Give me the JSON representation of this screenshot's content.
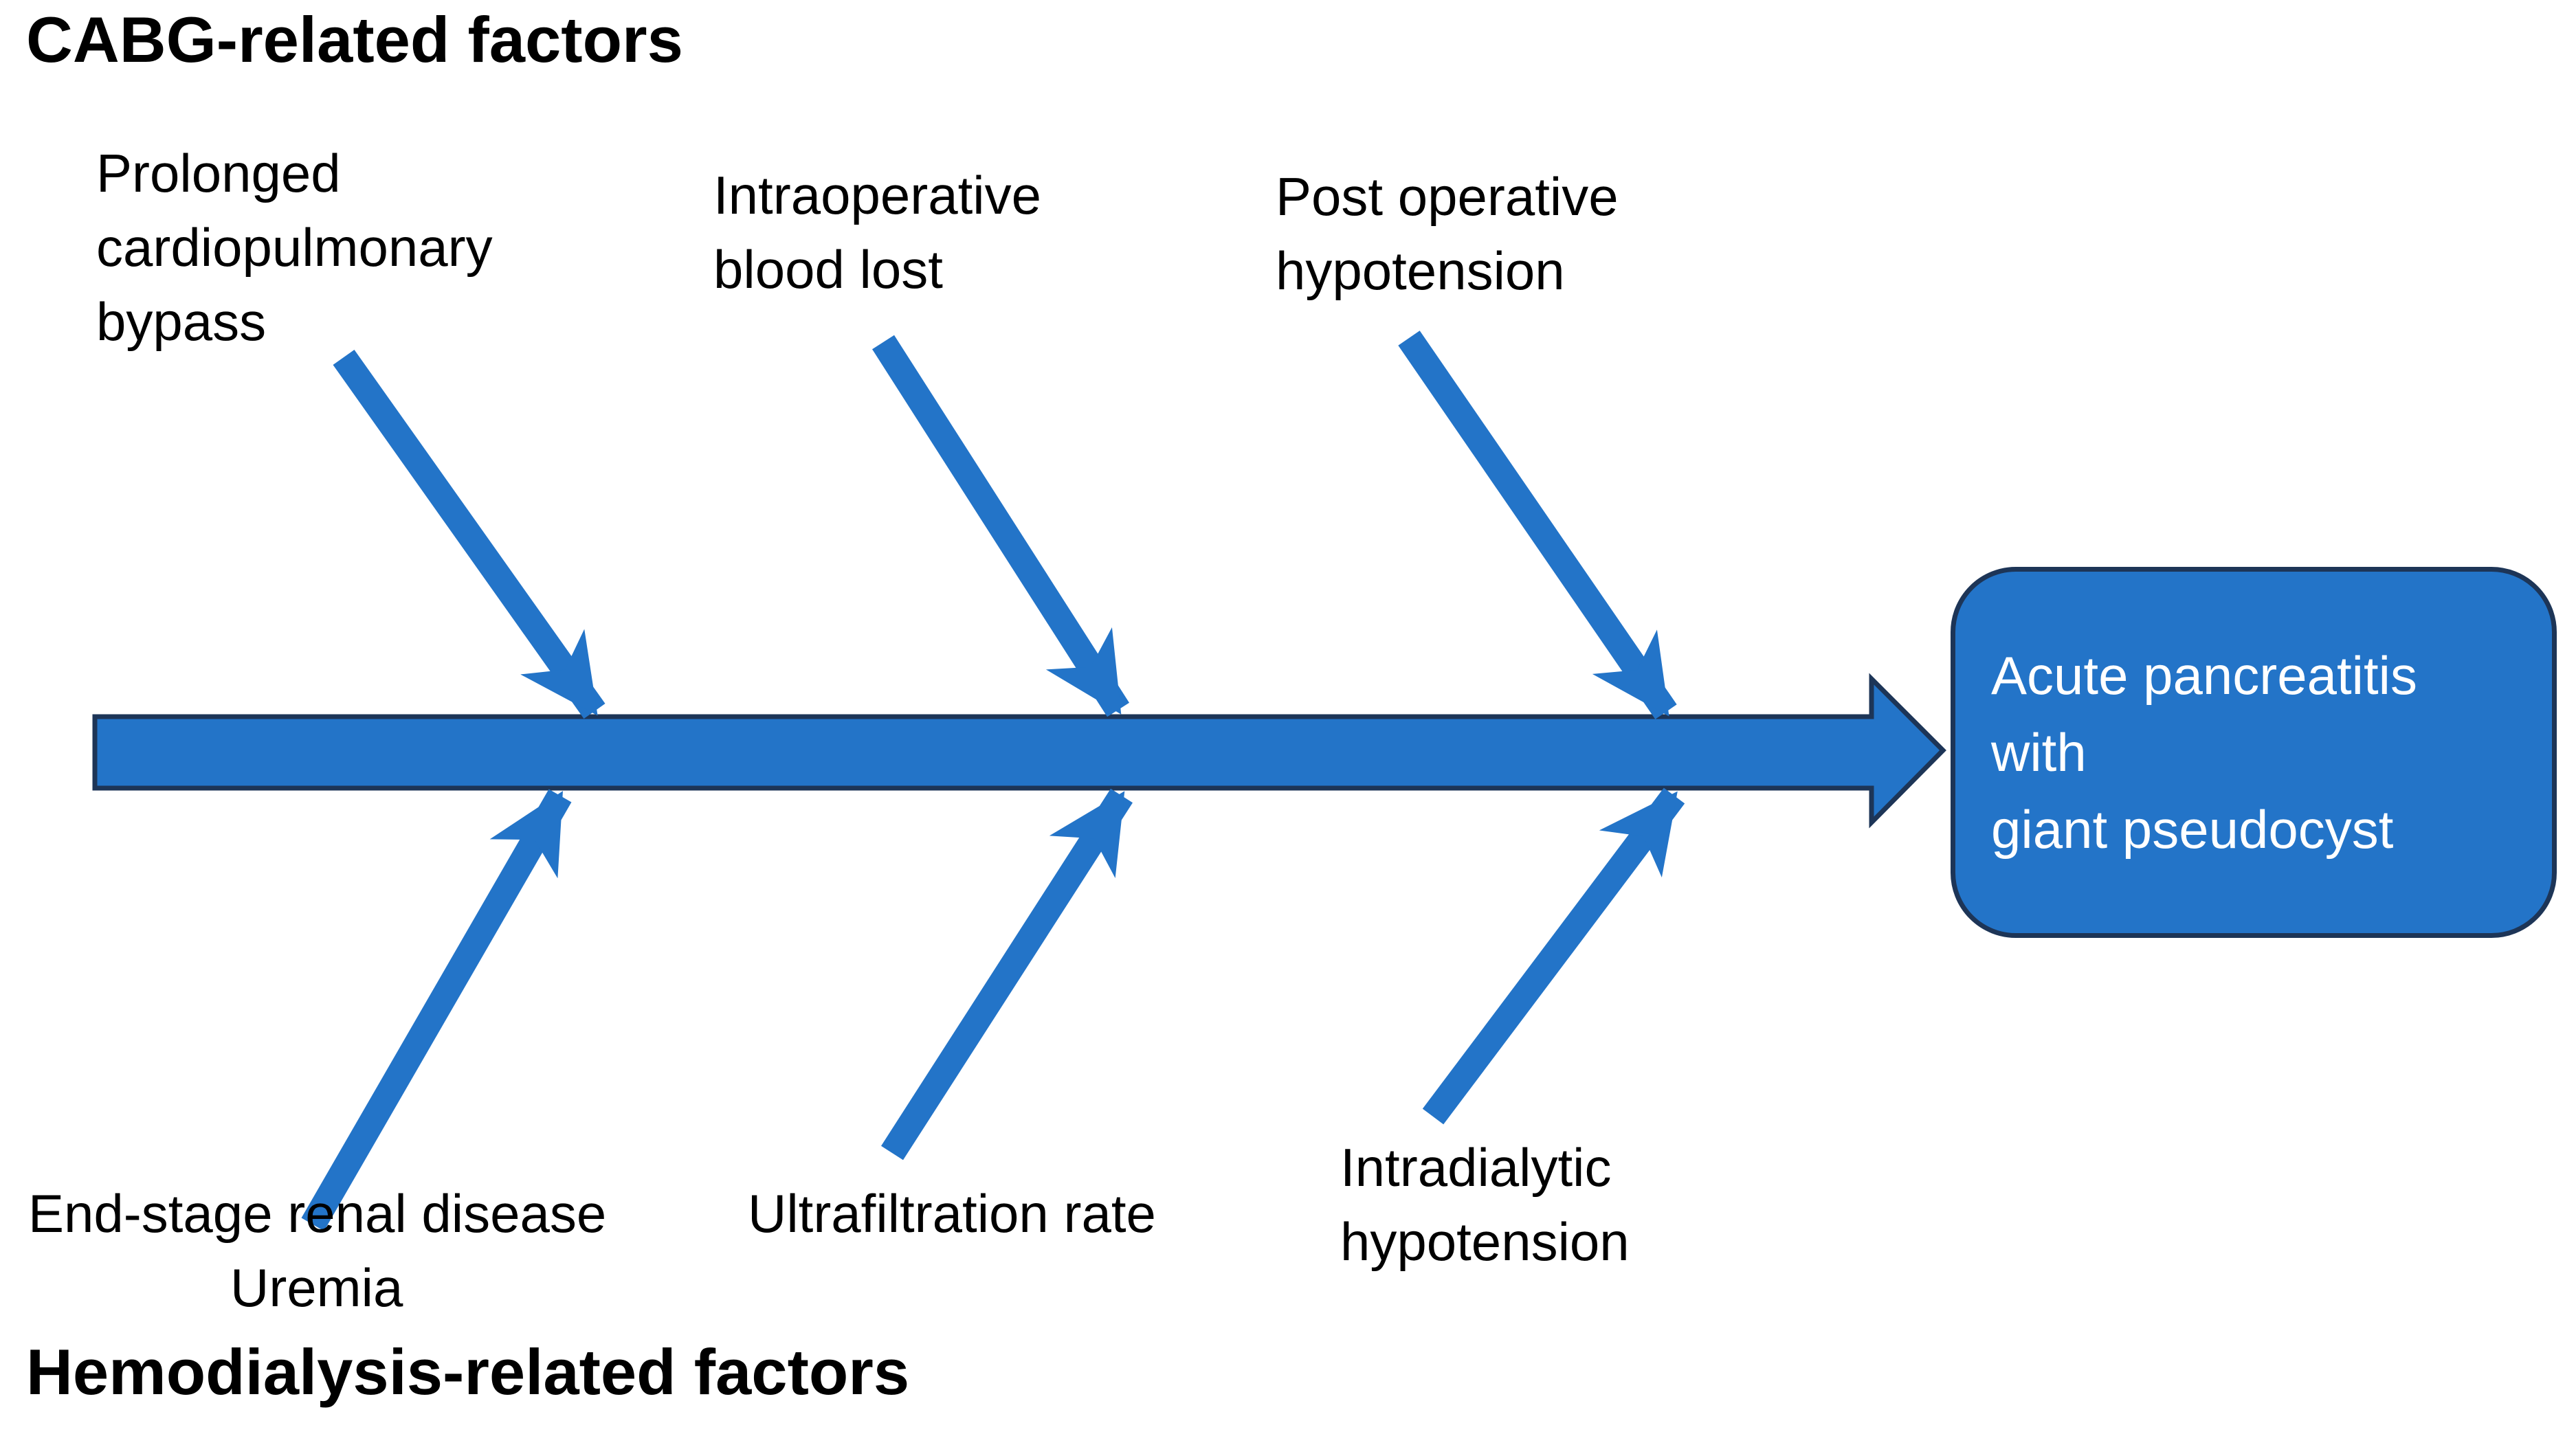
{
  "colors": {
    "primary_blue": "#2374c8",
    "outline_navy": "#1d3557",
    "label_text": "#000000",
    "outcome_text": "#ffffff",
    "background": "#ffffff"
  },
  "sections": {
    "cabg": {
      "heading": "CABG-related factors",
      "factors": [
        {
          "id": "prolonged-cardiopulmonary-bypass",
          "lines": [
            "Prolonged",
            "cardiopulmonary",
            "bypass"
          ]
        },
        {
          "id": "intraoperative-blood-lost",
          "lines": [
            "Intraoperative",
            "blood lost"
          ]
        },
        {
          "id": "post-operative-hypotension",
          "lines": [
            "Post operative",
            "hypotension"
          ]
        }
      ]
    },
    "hemodialysis": {
      "heading": "Hemodialysis-related factors",
      "factors": [
        {
          "id": "end-stage-renal-disease-uremia",
          "lines": [
            "End-stage renal disease",
            "Uremia"
          ]
        },
        {
          "id": "ultrafiltration-rate",
          "lines": [
            "Ultrafiltration rate"
          ]
        },
        {
          "id": "intradialytic-hypotension",
          "lines": [
            "Intradialytic",
            "hypotension"
          ]
        }
      ]
    }
  },
  "outcome": {
    "lines": [
      "Acute pancreatitis",
      "with",
      "giant pseudocyst"
    ]
  }
}
